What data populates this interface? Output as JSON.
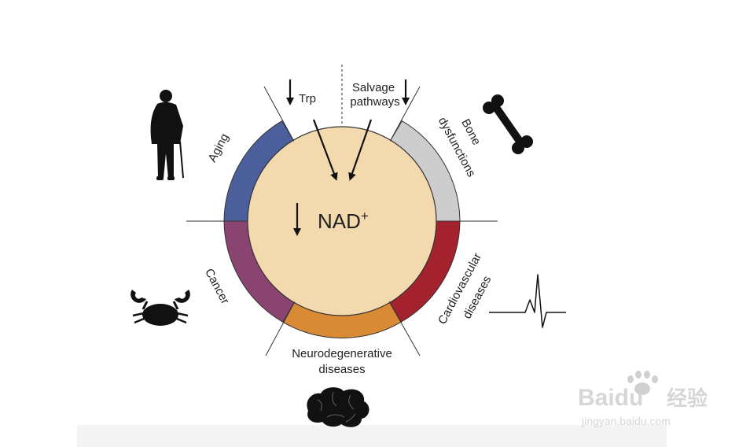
{
  "center": {
    "label": "NAD",
    "superscript": "+"
  },
  "inputs": {
    "trp": "Trp",
    "salvage_line1": "Salvage",
    "salvage_line2": "pathways"
  },
  "segments": {
    "aging": "Aging",
    "bone_line1": "Bone",
    "bone_line2": "dysfunctions",
    "cardio_line1": "Cardiovascular",
    "cardio_line2": "diseases",
    "neuro_line1": "Neurodegenerative",
    "neuro_line2": "diseases",
    "cancer": "Cancer"
  },
  "watermark": {
    "brand": "Baidu",
    "cn": "经验",
    "url": "jingyan.baidu.com"
  },
  "icons": [
    "elderly-person-icon",
    "bone-icon",
    "heartbeat-icon",
    "brain-icon",
    "crab-icon",
    "arrow-down-icon"
  ],
  "colors": {
    "core_fill": "#f3d9ae",
    "aging": "#4a5f9c",
    "bone": "#cdcdcd",
    "cardiovascular": "#a4222e",
    "neurodegenerative": "#d98a35",
    "cancer": "#8a4470"
  }
}
